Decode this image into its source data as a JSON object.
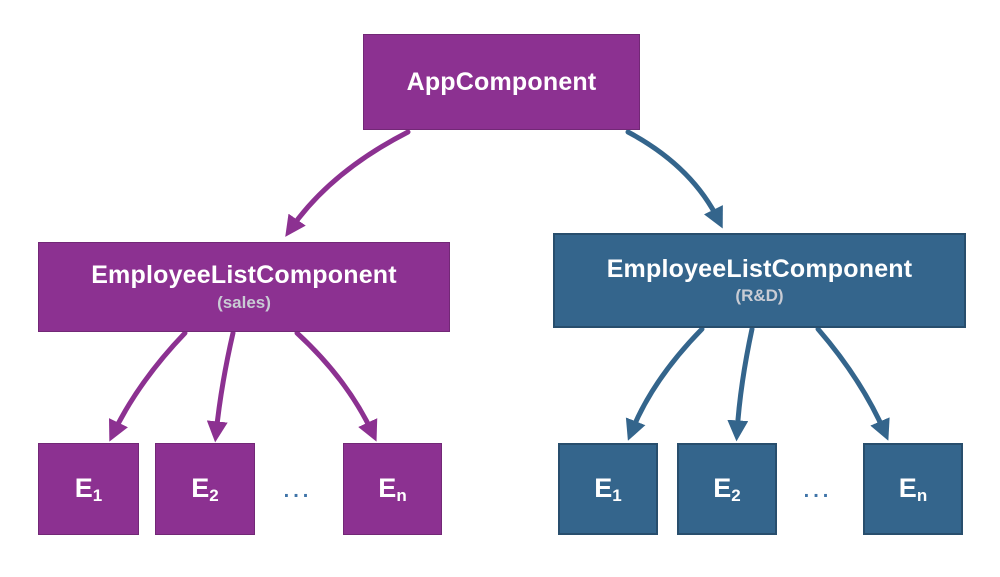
{
  "diagram": {
    "root": {
      "label": "AppComponent"
    },
    "branches": [
      {
        "name": "sales",
        "label": "EmployeeListComponent",
        "subtitle": "(sales)",
        "children": [
          {
            "main": "E",
            "sub": "1"
          },
          {
            "main": "E",
            "sub": "2"
          },
          {
            "main": "E",
            "sub": "n"
          }
        ],
        "ellipsis": "..."
      },
      {
        "name": "rnd",
        "label": "EmployeeListComponent",
        "subtitle": "(R&D)",
        "children": [
          {
            "main": "E",
            "sub": "1"
          },
          {
            "main": "E",
            "sub": "2"
          },
          {
            "main": "E",
            "sub": "n"
          }
        ],
        "ellipsis": "..."
      }
    ],
    "colors": {
      "purple": "#8c3191",
      "blue": "#34658c",
      "subtitle": "#c9ccd4",
      "dots": "#3f74a8",
      "background": "#ffffff",
      "text": "#ffffff"
    }
  }
}
